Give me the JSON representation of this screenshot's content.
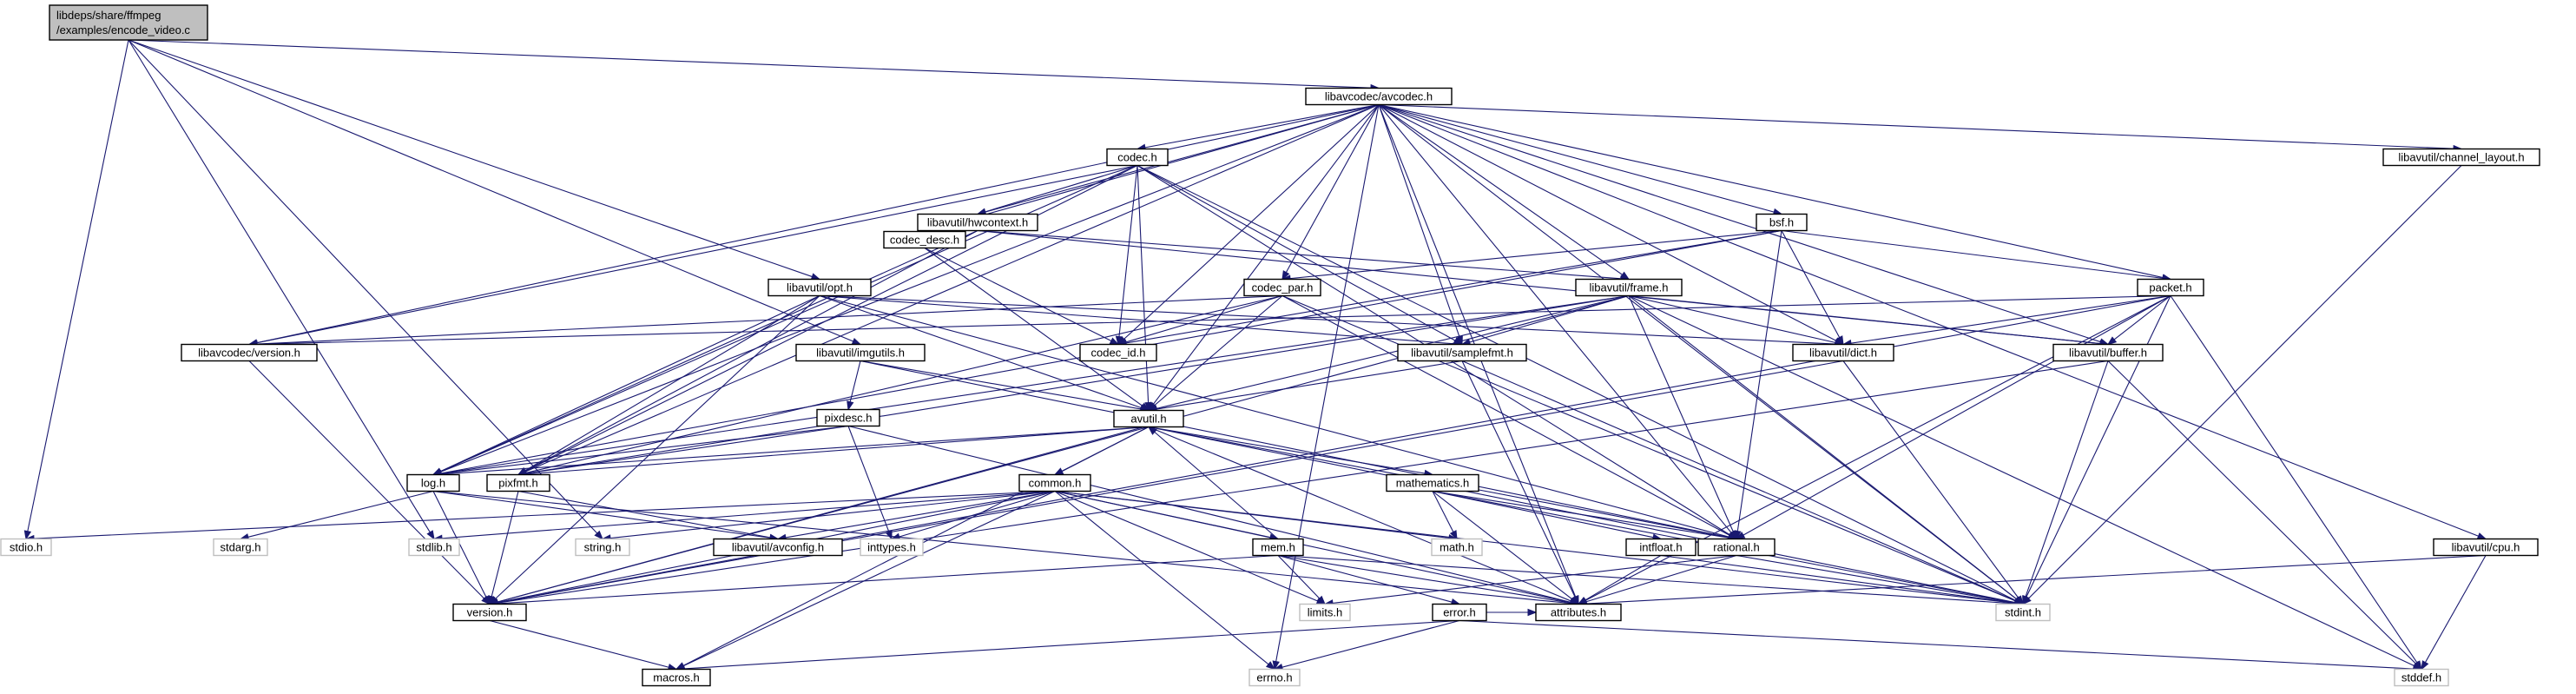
{
  "title_lines": [
    "libdeps/share/ffmpeg",
    "/examples/encode_video.c"
  ],
  "colors": {
    "edge": "#191970",
    "root_fill": "#bfbfbf",
    "node_border": "#000000",
    "system_border": "#bfbfbf"
  },
  "nodes": [
    {
      "id": "root",
      "label": "libdeps/share/ffmpeg\n/examples/encode_video.c",
      "kind": "root"
    },
    {
      "id": "avcodec",
      "label": "libavcodec/avcodec.h",
      "kind": "header"
    },
    {
      "id": "codec",
      "label": "codec.h",
      "kind": "header"
    },
    {
      "id": "hwcontext",
      "label": "libavutil/hwcontext.h",
      "kind": "header"
    },
    {
      "id": "bsf",
      "label": "bsf.h",
      "kind": "header"
    },
    {
      "id": "codec_desc",
      "label": "codec_desc.h",
      "kind": "header"
    },
    {
      "id": "codec_par",
      "label": "codec_par.h",
      "kind": "header"
    },
    {
      "id": "opt",
      "label": "libavutil/opt.h",
      "kind": "header"
    },
    {
      "id": "frame",
      "label": "libavutil/frame.h",
      "kind": "header"
    },
    {
      "id": "packet",
      "label": "packet.h",
      "kind": "header"
    },
    {
      "id": "channel_layout",
      "label": "libavutil/channel_layout.h",
      "kind": "header"
    },
    {
      "id": "avcodec_version",
      "label": "libavcodec/version.h",
      "kind": "header"
    },
    {
      "id": "codec_id",
      "label": "codec_id.h",
      "kind": "header"
    },
    {
      "id": "samplefmt",
      "label": "libavutil/samplefmt.h",
      "kind": "header"
    },
    {
      "id": "dict",
      "label": "libavutil/dict.h",
      "kind": "header"
    },
    {
      "id": "buffer",
      "label": "libavutil/buffer.h",
      "kind": "header"
    },
    {
      "id": "imgutils",
      "label": "libavutil/imgutils.h",
      "kind": "header"
    },
    {
      "id": "pixdesc",
      "label": "pixdesc.h",
      "kind": "header"
    },
    {
      "id": "avutil",
      "label": "avutil.h",
      "kind": "header"
    },
    {
      "id": "log",
      "label": "log.h",
      "kind": "header"
    },
    {
      "id": "pixfmt",
      "label": "pixfmt.h",
      "kind": "header"
    },
    {
      "id": "common",
      "label": "common.h",
      "kind": "header"
    },
    {
      "id": "mathematics",
      "label": "mathematics.h",
      "kind": "header"
    },
    {
      "id": "rational",
      "label": "rational.h",
      "kind": "header"
    },
    {
      "id": "intfloat",
      "label": "intfloat.h",
      "kind": "header"
    },
    {
      "id": "mem",
      "label": "mem.h",
      "kind": "header"
    },
    {
      "id": "avconfig",
      "label": "libavutil/avconfig.h",
      "kind": "header"
    },
    {
      "id": "cpu",
      "label": "libavutil/cpu.h",
      "kind": "header"
    },
    {
      "id": "version",
      "label": "version.h",
      "kind": "header"
    },
    {
      "id": "macros",
      "label": "macros.h",
      "kind": "header"
    },
    {
      "id": "attributes",
      "label": "attributes.h",
      "kind": "header"
    },
    {
      "id": "error",
      "label": "error.h",
      "kind": "header"
    },
    {
      "id": "stdio",
      "label": "stdio.h",
      "kind": "system"
    },
    {
      "id": "stdarg",
      "label": "stdarg.h",
      "kind": "system"
    },
    {
      "id": "stdlib",
      "label": "stdlib.h",
      "kind": "system"
    },
    {
      "id": "string",
      "label": "string.h",
      "kind": "system"
    },
    {
      "id": "inttypes",
      "label": "inttypes.h",
      "kind": "system"
    },
    {
      "id": "math",
      "label": "math.h",
      "kind": "system"
    },
    {
      "id": "limits",
      "label": "limits.h",
      "kind": "system"
    },
    {
      "id": "stdint",
      "label": "stdint.h",
      "kind": "system"
    },
    {
      "id": "errno",
      "label": "errno.h",
      "kind": "system"
    },
    {
      "id": "stddef",
      "label": "stddef.h",
      "kind": "system"
    }
  ],
  "edges": [
    [
      "root",
      "avcodec"
    ],
    [
      "root",
      "opt"
    ],
    [
      "root",
      "imgutils"
    ],
    [
      "root",
      "stdio"
    ],
    [
      "root",
      "stdlib"
    ],
    [
      "root",
      "string"
    ],
    [
      "avcodec",
      "codec"
    ],
    [
      "avcodec",
      "hwcontext"
    ],
    [
      "avcodec",
      "bsf"
    ],
    [
      "avcodec",
      "codec_desc"
    ],
    [
      "avcodec",
      "codec_par"
    ],
    [
      "avcodec",
      "frame"
    ],
    [
      "avcodec",
      "packet"
    ],
    [
      "avcodec",
      "channel_layout"
    ],
    [
      "avcodec",
      "cpu"
    ],
    [
      "avcodec",
      "avcodec_version"
    ],
    [
      "avcodec",
      "codec_id"
    ],
    [
      "avcodec",
      "samplefmt"
    ],
    [
      "avcodec",
      "dict"
    ],
    [
      "avcodec",
      "buffer"
    ],
    [
      "avcodec",
      "avutil"
    ],
    [
      "avcodec",
      "log"
    ],
    [
      "avcodec",
      "pixfmt"
    ],
    [
      "avcodec",
      "rational"
    ],
    [
      "avcodec",
      "attributes"
    ],
    [
      "avcodec",
      "errno"
    ],
    [
      "avcodec",
      "stdint"
    ],
    [
      "codec",
      "hwcontext"
    ],
    [
      "codec",
      "avcodec_version"
    ],
    [
      "codec",
      "codec_id"
    ],
    [
      "codec",
      "samplefmt"
    ],
    [
      "codec",
      "avutil"
    ],
    [
      "codec",
      "log"
    ],
    [
      "codec",
      "pixfmt"
    ],
    [
      "codec",
      "rational"
    ],
    [
      "codec",
      "stdint"
    ],
    [
      "hwcontext",
      "frame"
    ],
    [
      "hwcontext",
      "buffer"
    ],
    [
      "hwcontext",
      "log"
    ],
    [
      "hwcontext",
      "pixfmt"
    ],
    [
      "bsf",
      "codec_par"
    ],
    [
      "bsf",
      "packet"
    ],
    [
      "bsf",
      "dict"
    ],
    [
      "bsf",
      "log"
    ],
    [
      "bsf",
      "codec_id"
    ],
    [
      "bsf",
      "rational"
    ],
    [
      "codec_desc",
      "codec_id"
    ],
    [
      "codec_desc",
      "avutil"
    ],
    [
      "codec_par",
      "codec_id"
    ],
    [
      "codec_par",
      "avutil"
    ],
    [
      "codec_par",
      "pixfmt"
    ],
    [
      "codec_par",
      "rational"
    ],
    [
      "codec_par",
      "stdint"
    ],
    [
      "codec_par",
      "avcodec_version"
    ],
    [
      "opt",
      "dict"
    ],
    [
      "opt",
      "samplefmt"
    ],
    [
      "opt",
      "avutil"
    ],
    [
      "opt",
      "log"
    ],
    [
      "opt",
      "pixfmt"
    ],
    [
      "opt",
      "rational"
    ],
    [
      "opt",
      "version"
    ],
    [
      "frame",
      "dict"
    ],
    [
      "frame",
      "buffer"
    ],
    [
      "frame",
      "samplefmt"
    ],
    [
      "frame",
      "avutil"
    ],
    [
      "frame",
      "pixfmt"
    ],
    [
      "frame",
      "rational"
    ],
    [
      "frame",
      "version"
    ],
    [
      "frame",
      "log"
    ],
    [
      "frame",
      "stdint"
    ],
    [
      "frame",
      "stddef"
    ],
    [
      "packet",
      "buffer"
    ],
    [
      "packet",
      "dict"
    ],
    [
      "packet",
      "rational"
    ],
    [
      "packet",
      "attributes"
    ],
    [
      "packet",
      "stdint"
    ],
    [
      "packet",
      "stddef"
    ],
    [
      "packet",
      "avcodec_version"
    ],
    [
      "packet",
      "version"
    ],
    [
      "channel_layout",
      "stdint"
    ],
    [
      "avcodec_version",
      "version"
    ],
    [
      "samplefmt",
      "avutil"
    ],
    [
      "samplefmt",
      "attributes"
    ],
    [
      "samplefmt",
      "stdint"
    ],
    [
      "dict",
      "stdint"
    ],
    [
      "dict",
      "version"
    ],
    [
      "buffer",
      "stdint"
    ],
    [
      "buffer",
      "stddef"
    ],
    [
      "buffer",
      "version"
    ],
    [
      "imgutils",
      "pixdesc"
    ],
    [
      "imgutils",
      "avutil"
    ],
    [
      "imgutils",
      "rational"
    ],
    [
      "pixdesc",
      "inttypes"
    ],
    [
      "pixdesc",
      "attributes"
    ],
    [
      "pixdesc",
      "pixfmt"
    ],
    [
      "pixdesc",
      "log"
    ],
    [
      "avutil",
      "common"
    ],
    [
      "avutil",
      "mathematics"
    ],
    [
      "avutil",
      "rational"
    ],
    [
      "avutil",
      "version"
    ],
    [
      "avutil",
      "macros"
    ],
    [
      "avutil",
      "log"
    ],
    [
      "avutil",
      "pixfmt"
    ],
    [
      "avutil",
      "attributes"
    ],
    [
      "avutil",
      "stdint"
    ],
    [
      "log",
      "stdarg"
    ],
    [
      "log",
      "avconfig"
    ],
    [
      "log",
      "attributes"
    ],
    [
      "log",
      "version"
    ],
    [
      "pixfmt",
      "avconfig"
    ],
    [
      "pixfmt",
      "version"
    ],
    [
      "common",
      "errno"
    ],
    [
      "common",
      "inttypes"
    ],
    [
      "common",
      "limits"
    ],
    [
      "common",
      "math"
    ],
    [
      "common",
      "stdint"
    ],
    [
      "common",
      "stdio"
    ],
    [
      "common",
      "stdlib"
    ],
    [
      "common",
      "string"
    ],
    [
      "common",
      "attributes"
    ],
    [
      "common",
      "macros"
    ],
    [
      "common",
      "version"
    ],
    [
      "common",
      "avconfig"
    ],
    [
      "common",
      "mem"
    ],
    [
      "mathematics",
      "math"
    ],
    [
      "mathematics",
      "intfloat"
    ],
    [
      "mathematics",
      "rational"
    ],
    [
      "mathematics",
      "attributes"
    ],
    [
      "mathematics",
      "stdint"
    ],
    [
      "rational",
      "attributes"
    ],
    [
      "rational",
      "limits"
    ],
    [
      "rational",
      "stdint"
    ],
    [
      "intfloat",
      "attributes"
    ],
    [
      "intfloat",
      "stdint"
    ],
    [
      "mem",
      "attributes"
    ],
    [
      "mem",
      "avutil"
    ],
    [
      "mem",
      "error"
    ],
    [
      "mem",
      "limits"
    ],
    [
      "mem",
      "stdint"
    ],
    [
      "mem",
      "version"
    ],
    [
      "error",
      "errno"
    ],
    [
      "error",
      "stddef"
    ],
    [
      "error",
      "attributes"
    ],
    [
      "error",
      "macros"
    ],
    [
      "cpu",
      "attributes"
    ],
    [
      "cpu",
      "stddef"
    ],
    [
      "version",
      "macros"
    ]
  ]
}
